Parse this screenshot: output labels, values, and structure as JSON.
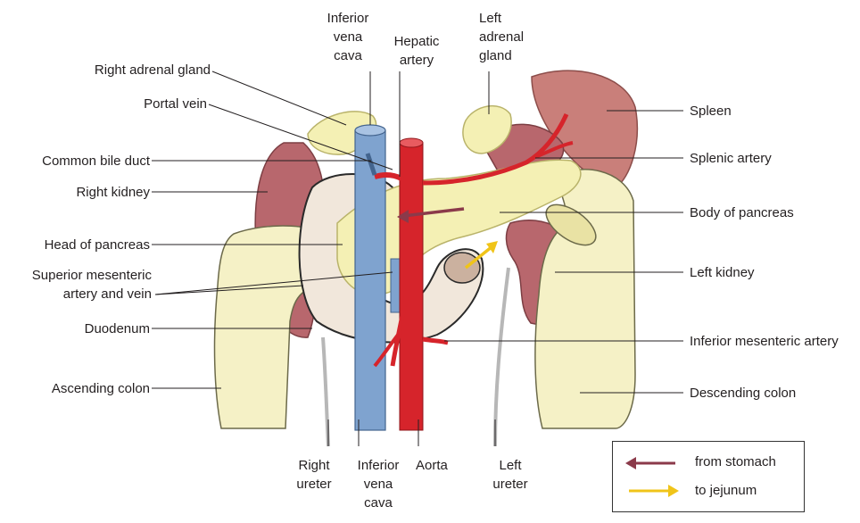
{
  "labels": {
    "ivc_top": "Inferior\nvena\ncava",
    "hepatic_artery": "Hepatic\nartery",
    "left_adrenal_gland": "Left\nadrenal\ngland",
    "right_adrenal_gland": "Right adrenal gland",
    "portal_vein": "Portal vein",
    "common_bile_duct": "Common bile duct",
    "right_kidney": "Right kidney",
    "head_of_pancreas": "Head of pancreas",
    "superior_mesenteric": "Superior mesenteric\nartery and vein",
    "duodenum": "Duodenum",
    "ascending_colon": "Ascending colon",
    "spleen": "Spleen",
    "splenic_artery": "Splenic artery",
    "body_of_pancreas": "Body of pancreas",
    "left_kidney": "Left kidney",
    "inferior_mesenteric_artery": "Inferior mesenteric artery",
    "descending_colon": "Descending colon",
    "right_ureter": "Right\nureter",
    "ivc_bottom": "Inferior\nvena\ncava",
    "aorta": "Aorta",
    "left_ureter": "Left\nureter"
  },
  "legend": {
    "from_stomach": "from stomach",
    "to_jejunum": "to jejunum",
    "from_stomach_color": "#8b3a4a",
    "to_jejunum_color": "#f0c419"
  },
  "colors": {
    "pancreas": "#f4f0b4",
    "pancreas_stroke": "#b9b36a",
    "kidney": "#b8676d",
    "spleen": "#c97f7a",
    "ivc": "#7fa3cf",
    "aorta": "#d6242b",
    "duodenum": "#f1e7db",
    "colon": "#f5f1c6"
  }
}
